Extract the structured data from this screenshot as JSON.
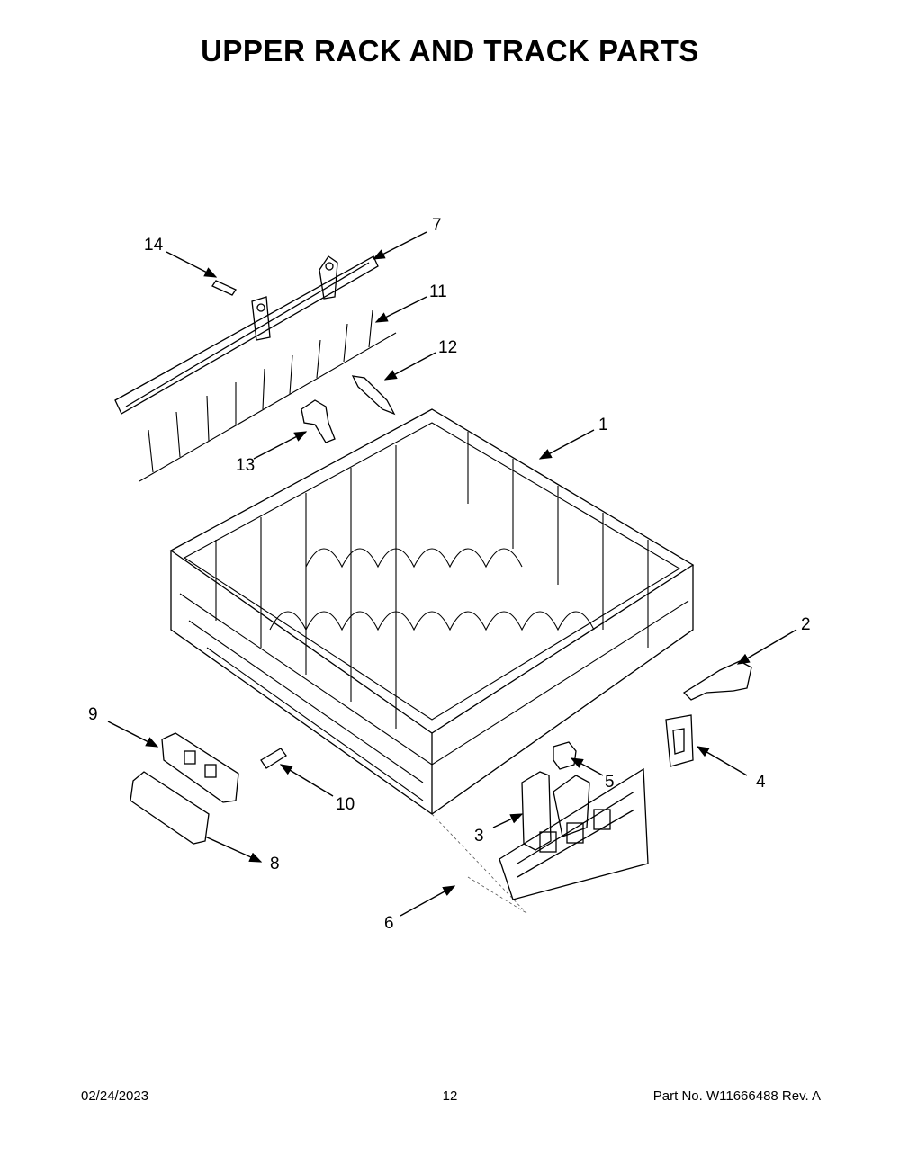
{
  "title": "UPPER RACK AND TRACK PARTS",
  "callouts": [
    "1",
    "2",
    "3",
    "4",
    "5",
    "6",
    "7",
    "8",
    "9",
    "10",
    "11",
    "12",
    "13",
    "14"
  ],
  "footer": {
    "date": "02/24/2023",
    "page": "12",
    "part": "Part No.  W11666488  Rev.  A"
  }
}
